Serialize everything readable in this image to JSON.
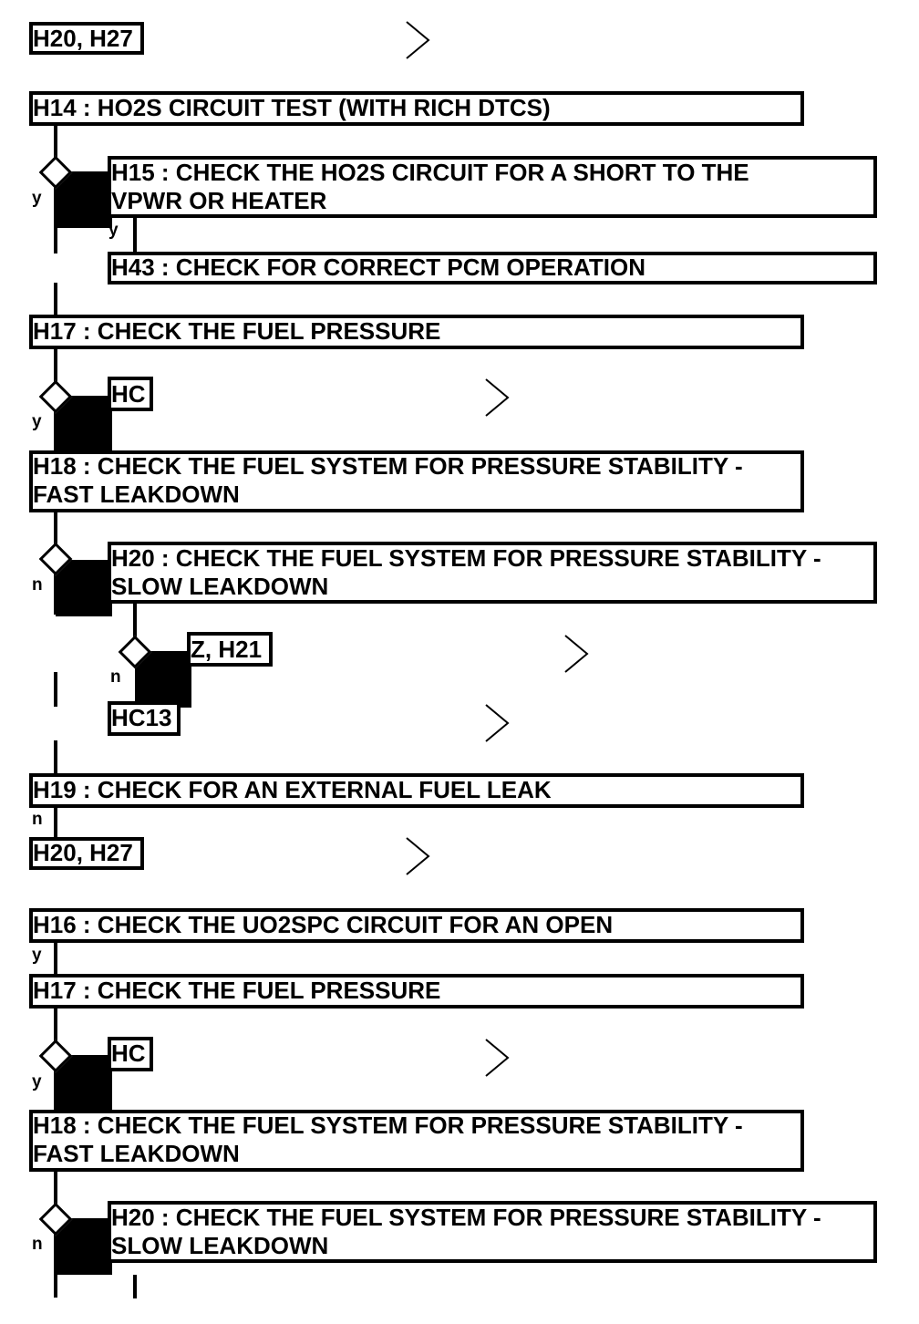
{
  "steps": {
    "top_ref": "H20, H27",
    "h14": "H14 : HO2S CIRCUIT TEST (WITH RICH DTCS)",
    "h15_line1": "H15 : CHECK THE HO2S CIRCUIT FOR A SHORT TO THE",
    "h15_line2": "VPWR OR HEATER",
    "h43": "H43 : CHECK FOR CORRECT PCM OPERATION",
    "h17a": "H17 : CHECK THE FUEL PRESSURE",
    "hc_a": "HC",
    "h18a_line1": "H18 : CHECK THE FUEL SYSTEM FOR PRESSURE STABILITY -",
    "h18a_line2": "FAST LEAKDOWN",
    "h20a_line1": "H20 : CHECK THE FUEL SYSTEM FOR PRESSURE STABILITY -",
    "h20a_line2": "SLOW LEAKDOWN",
    "z_h21": "Z, H21",
    "hc13": "HC13",
    "h19": "H19 : CHECK FOR AN EXTERNAL FUEL LEAK",
    "mid_ref": "H20, H27",
    "h16": "H16 : CHECK THE UO2SPC CIRCUIT FOR AN OPEN",
    "h17b": "H17 : CHECK THE FUEL PRESSURE",
    "hc_b": "HC",
    "h18b_line1": "H18 : CHECK THE FUEL SYSTEM FOR PRESSURE STABILITY -",
    "h18b_line2": "FAST LEAKDOWN",
    "h20b_line1": "H20 : CHECK THE FUEL SYSTEM FOR PRESSURE STABILITY -",
    "h20b_line2": "SLOW LEAKDOWN"
  },
  "branch_labels": {
    "y1": "y",
    "y2": "y",
    "y3": "y",
    "n1": "n",
    "n2": "n",
    "n3": "n",
    "y4": "y",
    "y5": "y",
    "n4": "n"
  }
}
